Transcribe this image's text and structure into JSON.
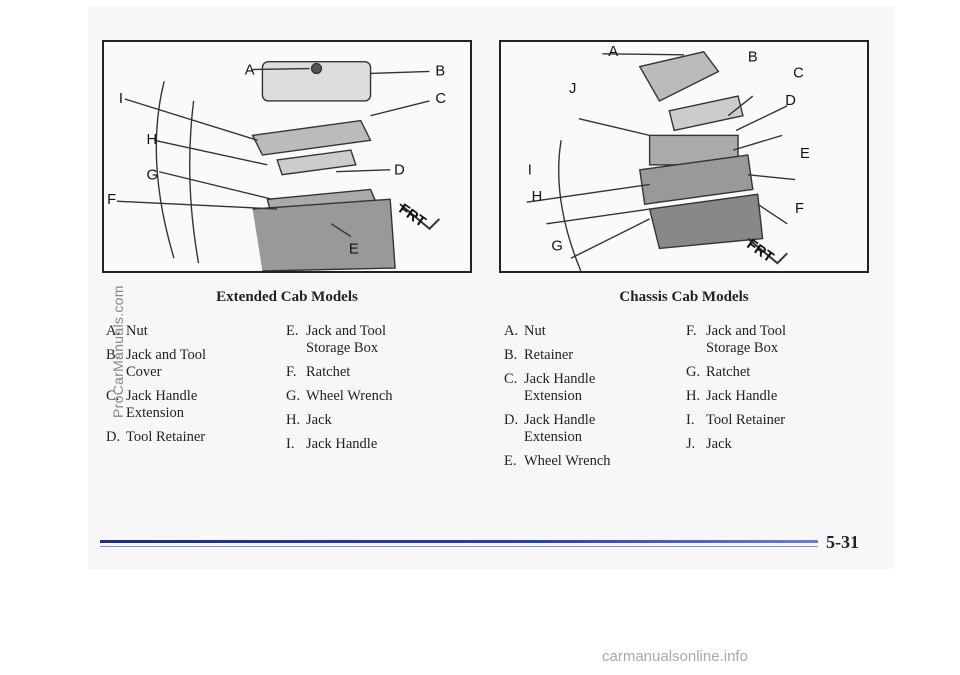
{
  "watermark": "ProCarManuals.com",
  "footer_site": "carmanualsonline.info",
  "page_number": "5-31",
  "left": {
    "caption": "Extended Cab Models",
    "figure_labels": [
      "A",
      "B",
      "C",
      "D",
      "E",
      "F",
      "G",
      "H",
      "I"
    ],
    "arrow_text": "FRT",
    "items": [
      {
        "letter": "A.",
        "text": "Nut"
      },
      {
        "letter": "B.",
        "text": "Jack and Tool Cover"
      },
      {
        "letter": "C.",
        "text": "Jack Handle Extension"
      },
      {
        "letter": "D.",
        "text": "Tool Retainer"
      },
      {
        "letter": "E.",
        "text": "Jack and Tool Storage Box"
      },
      {
        "letter": "F.",
        "text": "Ratchet"
      },
      {
        "letter": "G.",
        "text": "Wheel Wrench"
      },
      {
        "letter": "H.",
        "text": "Jack"
      },
      {
        "letter": "I.",
        "text": "Jack Handle"
      }
    ]
  },
  "right": {
    "caption": "Chassis Cab Models",
    "figure_labels": [
      "A",
      "B",
      "C",
      "D",
      "E",
      "F",
      "G",
      "H",
      "I",
      "J"
    ],
    "arrow_text": "FRT",
    "items": [
      {
        "letter": "A.",
        "text": "Nut"
      },
      {
        "letter": "B.",
        "text": "Retainer"
      },
      {
        "letter": "C.",
        "text": "Jack Handle Extension"
      },
      {
        "letter": "D.",
        "text": "Jack Handle Extension"
      },
      {
        "letter": "E.",
        "text": "Wheel Wrench"
      },
      {
        "letter": "F.",
        "text": "Jack and Tool Storage Box"
      },
      {
        "letter": "G.",
        "text": "Ratchet"
      },
      {
        "letter": "H.",
        "text": "Jack Handle"
      },
      {
        "letter": "I.",
        "text": "Tool Retainer"
      },
      {
        "letter": "J.",
        "text": "Jack"
      }
    ]
  }
}
